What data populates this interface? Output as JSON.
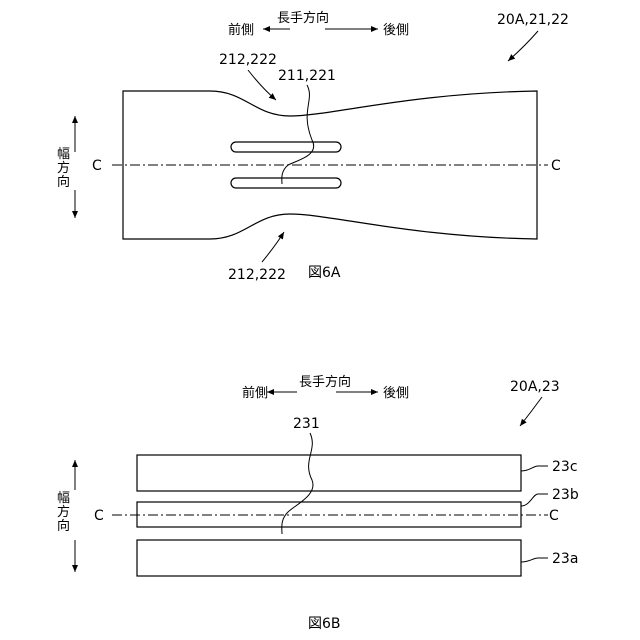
{
  "figA": {
    "caption": "図6A",
    "dir_label": "長手方向",
    "front": "前側",
    "rear": "後側",
    "width_dir": [
      "幅",
      "方",
      "向"
    ],
    "ref_main": "20A,21,22",
    "ref_edge_top": "212,222",
    "ref_edge_bottom": "212,222",
    "ref_slits": "211,221",
    "axis_left": "C",
    "axis_right": "C"
  },
  "figB": {
    "caption": "図6B",
    "dir_label": "長手方向",
    "front": "前側",
    "rear": "後側",
    "width_dir": [
      "幅",
      "方",
      "向"
    ],
    "ref_main": "20A,23",
    "ref_slits": "231",
    "ref_top": "23c",
    "ref_mid": "23b",
    "ref_bot": "23a",
    "axis_left": "C",
    "axis_right": "C"
  }
}
